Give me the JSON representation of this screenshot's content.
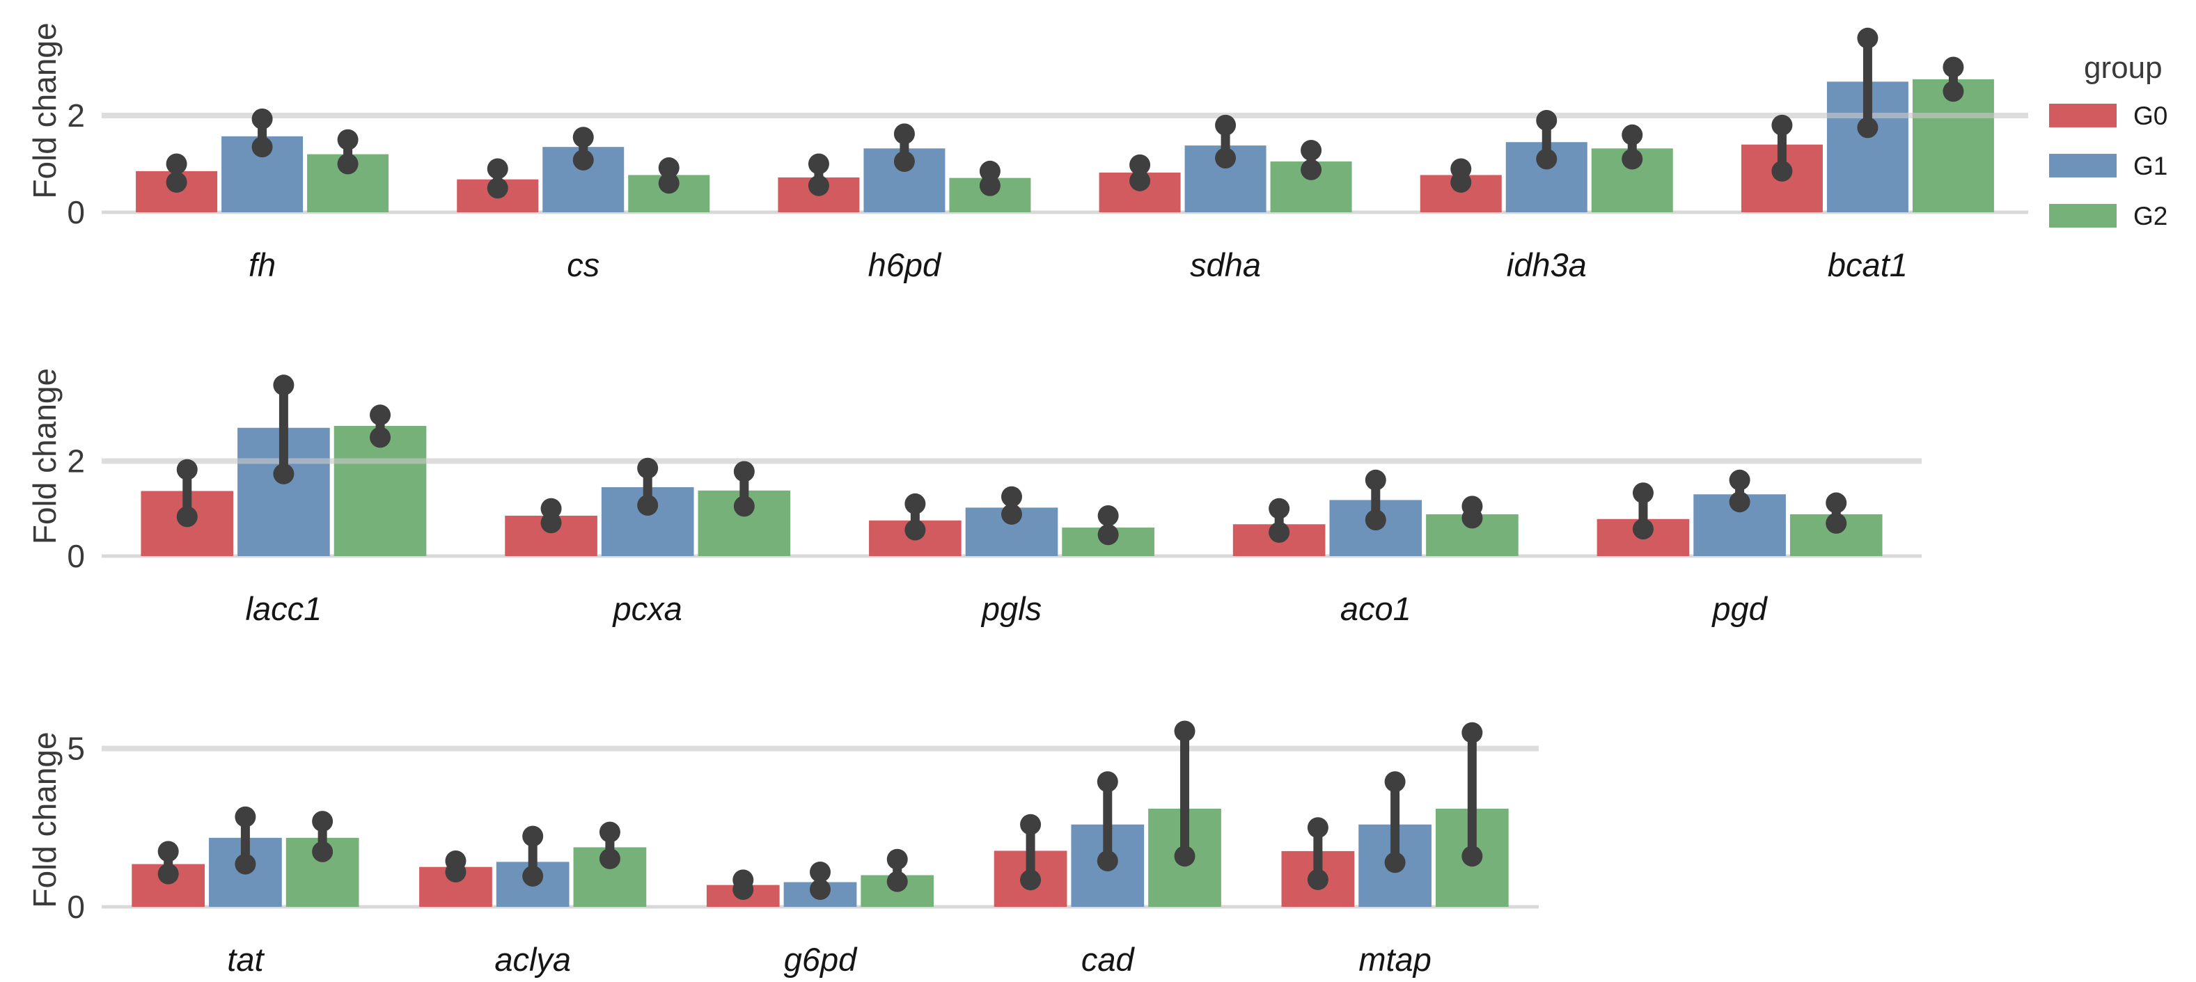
{
  "chart_data": {
    "type": "bar",
    "title": "",
    "ylabel": "Fold change",
    "xlabel": "",
    "groups": [
      "G0",
      "G1",
      "G2"
    ],
    "series_colors": {
      "G0": "#d15b5e",
      "G1": "#6e93ba",
      "G2": "#77b17a"
    },
    "error_bar_color": "#3f3f3f",
    "grid_color": "#c9c9c9",
    "baseline_color": "#d8d8d8",
    "grid_on": true,
    "error_bars": true,
    "legend": {
      "title": "group",
      "position": "top-right",
      "entries": [
        "G0",
        "G1",
        "G2"
      ]
    },
    "rows": [
      {
        "yticks": [
          0,
          2
        ],
        "ylim": [
          0,
          4.2
        ],
        "panels": [
          {
            "gene": "fh",
            "values": {
              "G0": 0.85,
              "G1": 1.57,
              "G2": 1.2
            },
            "errors": {
              "G0": [
                0.62,
                1.0
              ],
              "G1": [
                1.35,
                1.93
              ],
              "G2": [
                1.0,
                1.5
              ]
            }
          },
          {
            "gene": "cs",
            "values": {
              "G0": 0.68,
              "G1": 1.35,
              "G2": 0.77
            },
            "errors": {
              "G0": [
                0.5,
                0.9
              ],
              "G1": [
                1.08,
                1.55
              ],
              "G2": [
                0.6,
                0.92
              ]
            }
          },
          {
            "gene": "h6pd",
            "values": {
              "G0": 0.72,
              "G1": 1.32,
              "G2": 0.71
            },
            "errors": {
              "G0": [
                0.55,
                1.0
              ],
              "G1": [
                1.05,
                1.62
              ],
              "G2": [
                0.55,
                0.85
              ]
            }
          },
          {
            "gene": "sdha",
            "values": {
              "G0": 0.82,
              "G1": 1.38,
              "G2": 1.05
            },
            "errors": {
              "G0": [
                0.65,
                0.98
              ],
              "G1": [
                1.12,
                1.8
              ],
              "G2": [
                0.88,
                1.28
              ]
            }
          },
          {
            "gene": "idh3a",
            "values": {
              "G0": 0.77,
              "G1": 1.45,
              "G2": 1.32
            },
            "errors": {
              "G0": [
                0.62,
                0.9
              ],
              "G1": [
                1.1,
                1.9
              ],
              "G2": [
                1.1,
                1.6
              ]
            }
          },
          {
            "gene": "bcat1",
            "values": {
              "G0": 1.4,
              "G1": 2.7,
              "G2": 2.75
            },
            "errors": {
              "G0": [
                0.85,
                1.8
              ],
              "G1": [
                1.75,
                3.6
              ],
              "G2": [
                2.5,
                3.0
              ]
            }
          }
        ]
      },
      {
        "yticks": [
          0,
          2
        ],
        "ylim": [
          0,
          4.2
        ],
        "panels": [
          {
            "gene": "lacc1",
            "values": {
              "G0": 1.37,
              "G1": 2.7,
              "G2": 2.74
            },
            "errors": {
              "G0": [
                0.83,
                1.82
              ],
              "G1": [
                1.73,
                3.6
              ],
              "G2": [
                2.5,
                2.97
              ]
            }
          },
          {
            "gene": "pcxa",
            "values": {
              "G0": 0.85,
              "G1": 1.45,
              "G2": 1.38
            },
            "errors": {
              "G0": [
                0.7,
                1.0
              ],
              "G1": [
                1.07,
                1.85
              ],
              "G2": [
                1.05,
                1.78
              ]
            }
          },
          {
            "gene": "pgls",
            "values": {
              "G0": 0.75,
              "G1": 1.02,
              "G2": 0.6
            },
            "errors": {
              "G0": [
                0.55,
                1.1
              ],
              "G1": [
                0.88,
                1.25
              ],
              "G2": [
                0.45,
                0.85
              ]
            }
          },
          {
            "gene": "aco1",
            "values": {
              "G0": 0.67,
              "G1": 1.18,
              "G2": 0.88
            },
            "errors": {
              "G0": [
                0.5,
                1.0
              ],
              "G1": [
                0.76,
                1.6
              ],
              "G2": [
                0.8,
                1.05
              ]
            }
          },
          {
            "gene": "pgd",
            "values": {
              "G0": 0.78,
              "G1": 1.3,
              "G2": 0.88
            },
            "errors": {
              "G0": [
                0.57,
                1.33
              ],
              "G1": [
                1.14,
                1.6
              ],
              "G2": [
                0.69,
                1.12
              ]
            }
          }
        ]
      },
      {
        "yticks": [
          0,
          5
        ],
        "ylim": [
          0,
          5.6
        ],
        "panels": [
          {
            "gene": "tat",
            "values": {
              "G0": 1.35,
              "G1": 2.18,
              "G2": 2.18
            },
            "errors": {
              "G0": [
                1.04,
                1.75
              ],
              "G1": [
                1.35,
                2.84
              ],
              "G2": [
                1.74,
                2.7
              ]
            }
          },
          {
            "gene": "aclya",
            "values": {
              "G0": 1.26,
              "G1": 1.42,
              "G2": 1.88
            },
            "errors": {
              "G0": [
                1.1,
                1.45
              ],
              "G1": [
                0.97,
                2.23
              ],
              "G2": [
                1.52,
                2.36
              ]
            }
          },
          {
            "gene": "g6pd",
            "values": {
              "G0": 0.69,
              "G1": 0.78,
              "G2": 1.0
            },
            "errors": {
              "G0": [
                0.55,
                0.85
              ],
              "G1": [
                0.55,
                1.1
              ],
              "G2": [
                0.8,
                1.5
              ]
            }
          },
          {
            "gene": "cad",
            "values": {
              "G0": 1.77,
              "G1": 2.6,
              "G2": 3.1
            },
            "errors": {
              "G0": [
                0.85,
                2.6
              ],
              "G1": [
                1.45,
                3.95
              ],
              "G2": [
                1.6,
                5.55
              ]
            }
          },
          {
            "gene": "mtap",
            "values": {
              "G0": 1.76,
              "G1": 2.6,
              "G2": 3.1
            },
            "errors": {
              "G0": [
                0.86,
                2.5
              ],
              "G1": [
                1.4,
                3.95
              ],
              "G2": [
                1.6,
                5.5
              ]
            }
          }
        ]
      }
    ]
  }
}
